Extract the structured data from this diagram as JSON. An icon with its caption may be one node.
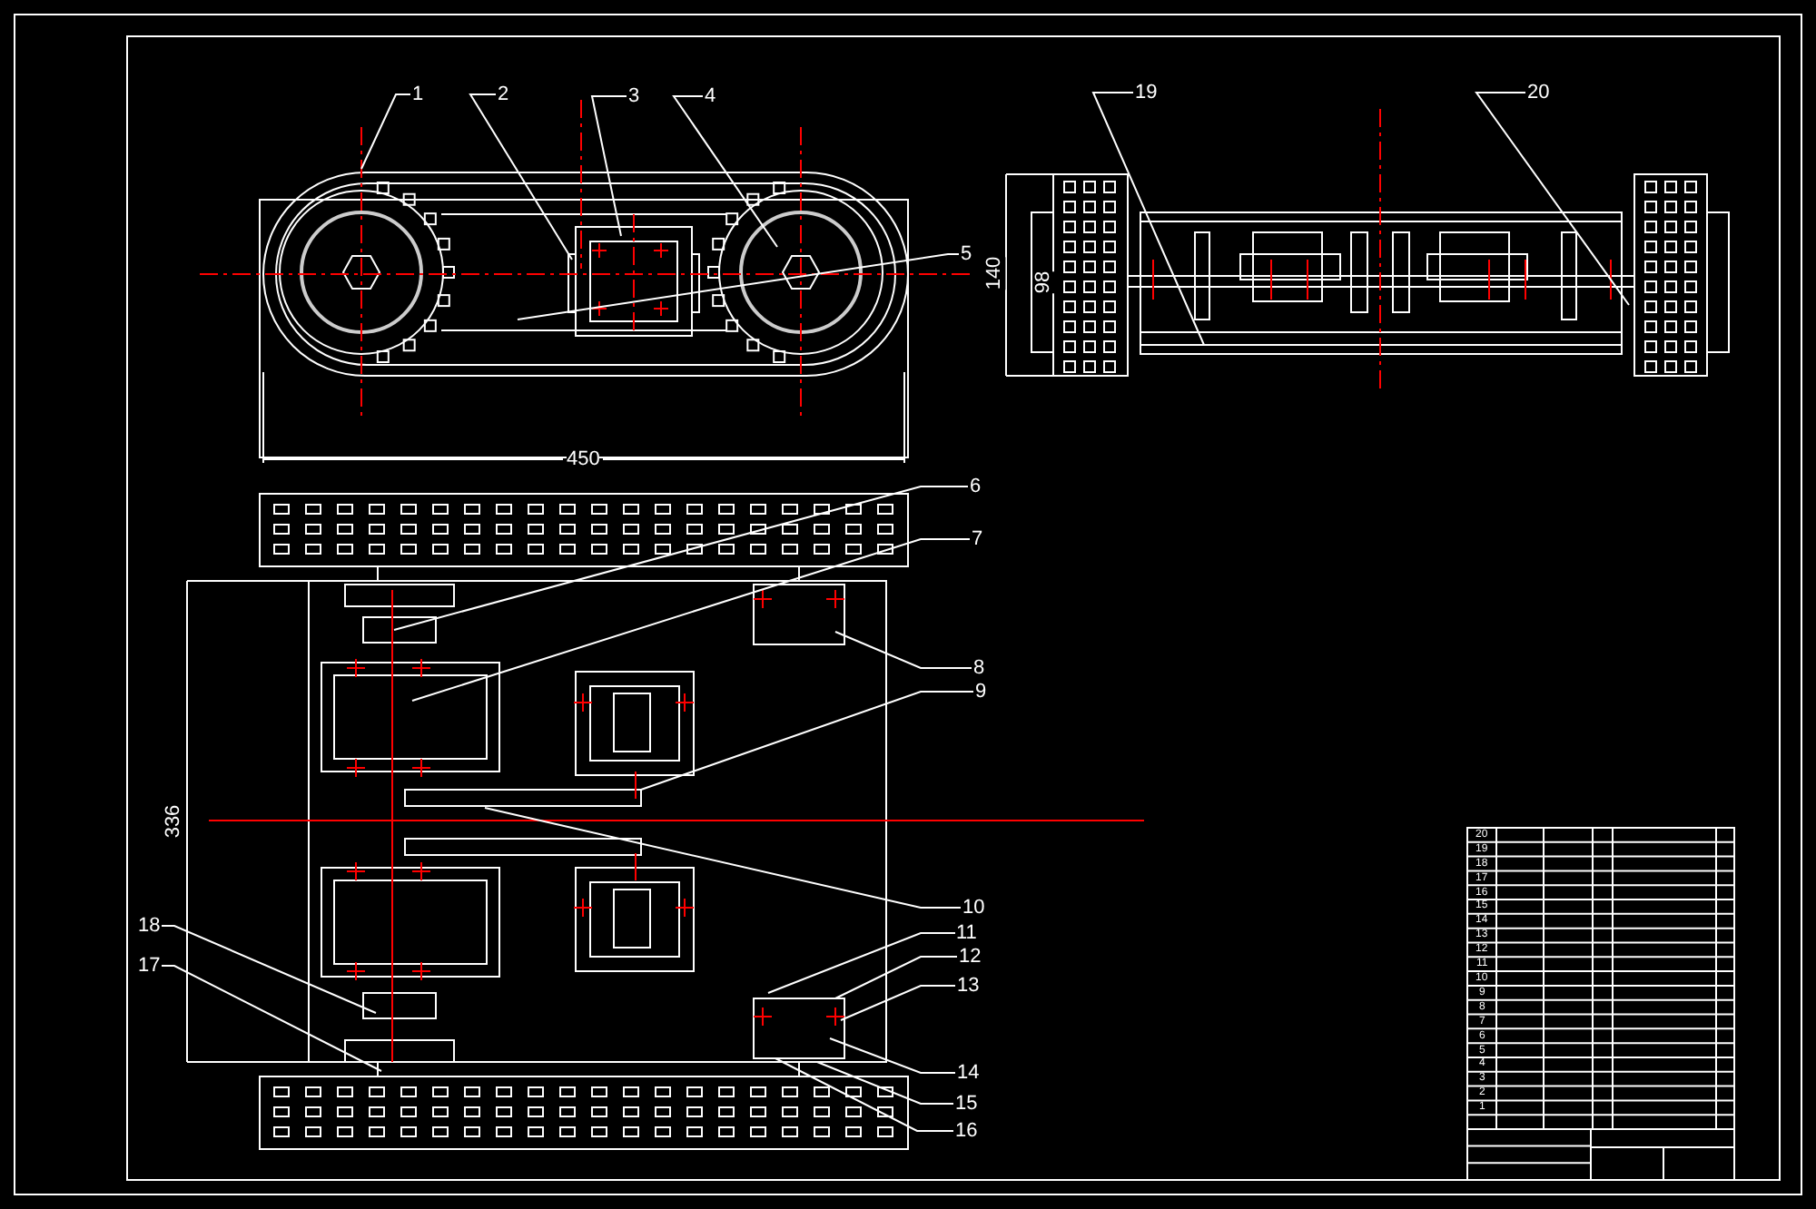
{
  "diagram": {
    "nodes": [
      {
        "text": [
          "1"
        ]
      },
      {
        "text": [
          "2"
        ]
      },
      {
        "text": [
          "3"
        ]
      },
      {
        "text": [
          "4"
        ]
      },
      {
        "text": [
          "5"
        ]
      },
      {
        "text": [
          "6"
        ]
      },
      {
        "text": [
          "7"
        ]
      },
      {
        "text": [
          "8"
        ]
      },
      {
        "text": [
          "9"
        ]
      },
      {
        "text": [
          "10"
        ]
      },
      {
        "text": [
          "11"
        ]
      },
      {
        "text": [
          "12"
        ]
      },
      {
        "text": [
          "13"
        ]
      },
      {
        "text": [
          "14"
        ]
      },
      {
        "text": [
          "15"
        ]
      },
      {
        "text": [
          "16"
        ]
      },
      {
        "text": [
          "17"
        ]
      },
      {
        "text": [
          "18"
        ]
      },
      {
        "text": [
          "19"
        ]
      },
      {
        "text": [
          "20"
        ]
      }
    ],
    "edges": [
      {
        "from": 0,
        "to": null,
        "arrow": "none"
      },
      {
        "from": 1,
        "to": null,
        "arrow": "none"
      },
      {
        "from": 2,
        "to": null,
        "arrow": "none"
      },
      {
        "from": 3,
        "to": null,
        "arrow": "none"
      },
      {
        "from": 4,
        "to": null,
        "arrow": "none"
      },
      {
        "from": 5,
        "to": null,
        "arrow": "none"
      },
      {
        "from": 6,
        "to": null,
        "arrow": "none"
      },
      {
        "from": 7,
        "to": null,
        "arrow": "none"
      },
      {
        "from": 8,
        "to": null,
        "arrow": "none"
      },
      {
        "from": 9,
        "to": null,
        "arrow": "none"
      },
      {
        "from": 10,
        "to": null,
        "arrow": "none"
      },
      {
        "from": 11,
        "to": null,
        "arrow": "none"
      },
      {
        "from": 12,
        "to": null,
        "arrow": "none"
      },
      {
        "from": 13,
        "to": null,
        "arrow": "none"
      },
      {
        "from": 14,
        "to": null,
        "arrow": "none"
      },
      {
        "from": 15,
        "to": null,
        "arrow": "none"
      },
      {
        "from": 16,
        "to": null,
        "arrow": "none"
      },
      {
        "from": 17,
        "to": null,
        "arrow": "none"
      },
      {
        "from": 18,
        "to": null,
        "arrow": "none"
      },
      {
        "from": 19,
        "to": null,
        "arrow": "none"
      }
    ],
    "labels": [
      "140",
      "98",
      "450",
      "336",
      "20",
      "19",
      "18",
      "17",
      "16",
      "15",
      "14",
      "13",
      "12",
      "11",
      "10",
      "9",
      "8",
      "7",
      "6",
      "5",
      "4",
      "3",
      "2",
      "1"
    ]
  }
}
